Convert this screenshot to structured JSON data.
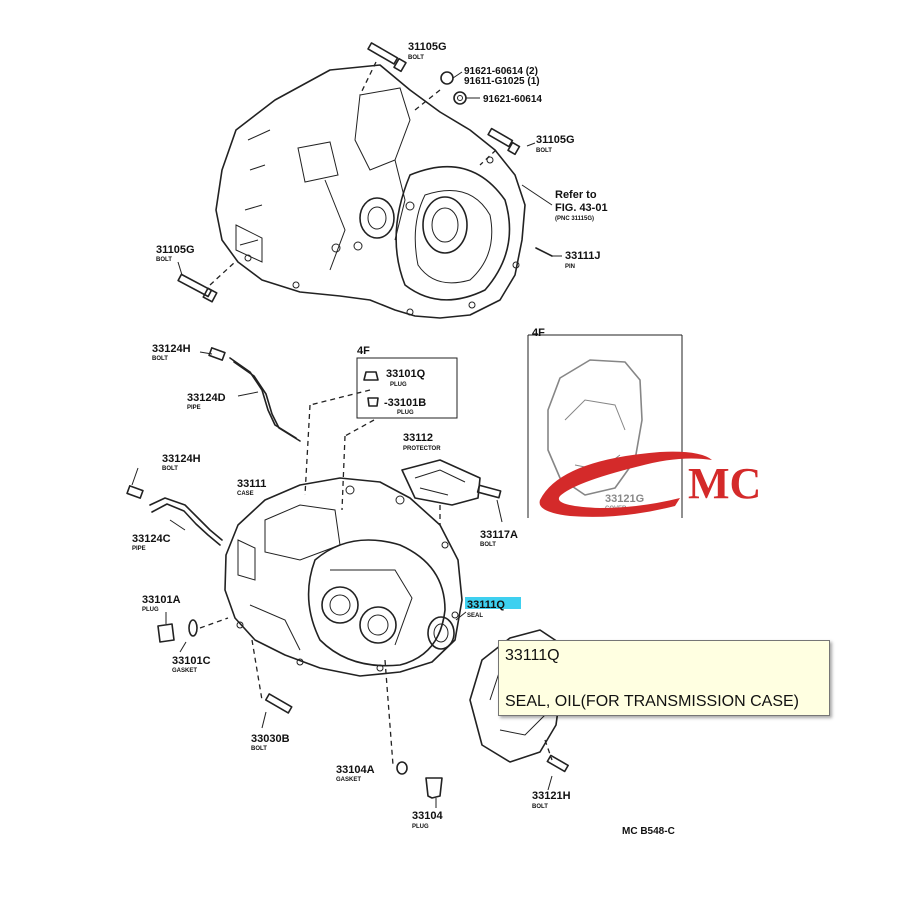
{
  "labels": {
    "p31105G_top": {
      "number": "31105G",
      "desc": "BOLT"
    },
    "p90614_2": {
      "number": "91621-60614 (2)"
    },
    "p91611": {
      "number": "91611-G1025 (1)"
    },
    "p90614": {
      "number": "91621-60614"
    },
    "p31105G_right": {
      "number": "31105G",
      "desc": "BOLT"
    },
    "refer": {
      "line1": "Refer to",
      "line2": "FIG. 43-01",
      "line3": "(PNC 31115G)"
    },
    "p31105G_left": {
      "number": "31105G",
      "desc": "BOLT"
    },
    "p33111J": {
      "number": "33111J",
      "desc": "PIN"
    },
    "p33124H_top": {
      "number": "33124H",
      "desc": "BOLT"
    },
    "box_4F": {
      "label": "4F"
    },
    "p33101Q": {
      "number": "33101Q",
      "desc": "PLUG"
    },
    "p33101B": {
      "number": "-33101B",
      "desc": "PLUG"
    },
    "p33124D": {
      "number": "33124D",
      "desc": "PIPE"
    },
    "p33112": {
      "number": "33112",
      "desc": "PROTECTOR"
    },
    "p33124H_mid": {
      "number": "33124H",
      "desc": "BOLT"
    },
    "p33111": {
      "number": "33111",
      "desc": "CASE"
    },
    "p33117A": {
      "number": "33117A",
      "desc": "BOLT"
    },
    "p33124C": {
      "number": "33124C",
      "desc": "PIPE"
    },
    "p33111Q": {
      "number": "33111Q",
      "desc": "SEAL"
    },
    "p33101A": {
      "number": "33101A",
      "desc": "PLUG"
    },
    "p33101C": {
      "number": "33101C",
      "desc": "GASKET"
    },
    "p33030B": {
      "number": "33030B",
      "desc": "BOLT"
    },
    "p33104A": {
      "number": "33104A",
      "desc": "GASKET"
    },
    "p33104": {
      "number": "33104",
      "desc": "PLUG"
    },
    "p33121H": {
      "number": "33121H",
      "desc": "BOLT"
    },
    "inset_4F": {
      "label": "4F"
    },
    "p33121G": {
      "number": "33121G",
      "desc": "COVER"
    },
    "figure_code": "MC B548-C"
  },
  "watermark": {
    "text": "MC",
    "color": "#d42a2a"
  },
  "highlight_color": "#3ed0f0",
  "tooltip": {
    "number": "33111Q",
    "description": "SEAL, OIL(FOR TRANSMISSION CASE)",
    "background": "#ffffe1"
  }
}
